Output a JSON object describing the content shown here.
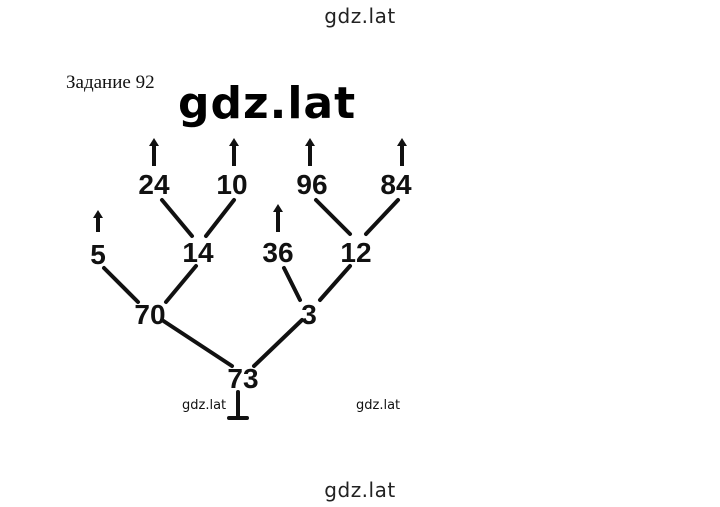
{
  "watermarks": {
    "top": "gdz.lat",
    "big": "gdz.lat",
    "small_left": "gdz.lat",
    "small_right": "gdz.lat",
    "bottom": "gdz.lat"
  },
  "task_title": "Задание 92",
  "tree": {
    "root": "73",
    "nodes": {
      "n73": "73",
      "n70": "70",
      "n3": "3",
      "n5": "5",
      "n14": "14",
      "n36": "36",
      "n12": "12",
      "n24": "24",
      "n10": "10",
      "n96": "96",
      "n84": "84"
    }
  },
  "colors": {
    "ink": "#111111",
    "background": "#ffffff"
  }
}
